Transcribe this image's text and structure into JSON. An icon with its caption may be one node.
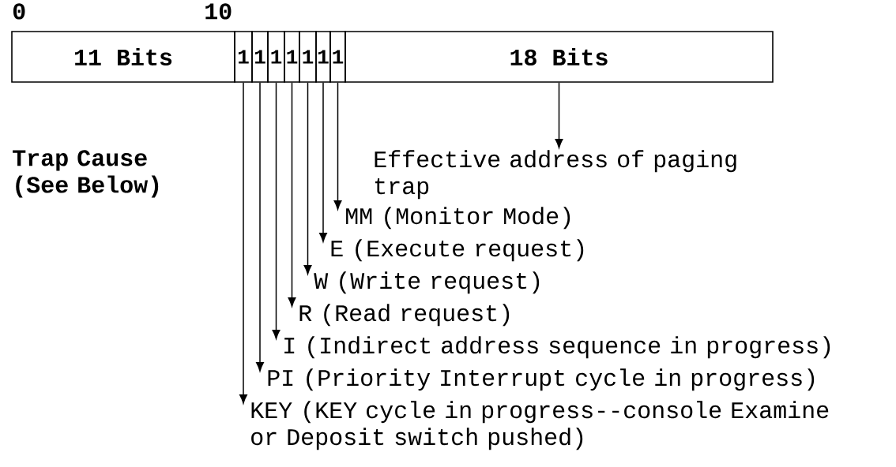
{
  "diagram": {
    "nodes": [
      {
        "text": [
          "11 Bits"
        ]
      },
      {
        "text": [
          "1"
        ]
      },
      {
        "text": [
          "1"
        ]
      },
      {
        "text": [
          "1"
        ]
      },
      {
        "text": [
          "1"
        ]
      },
      {
        "text": [
          "1"
        ]
      },
      {
        "text": [
          "1"
        ]
      },
      {
        "text": [
          "1"
        ]
      },
      {
        "text": [
          "18 Bits"
        ]
      },
      {
        "text": [
          "Effective address of paging trap"
        ]
      },
      {
        "text": [
          "MM (Monitor Mode)"
        ]
      },
      {
        "text": [
          "E (Execute request)"
        ]
      },
      {
        "text": [
          "W (Write request)"
        ]
      },
      {
        "text": [
          "R (Read request)"
        ]
      },
      {
        "text": [
          "I (Indirect address sequence in progress)"
        ]
      },
      {
        "text": [
          "PI (Priority Interrupt cycle in progress)"
        ]
      },
      {
        "text": [
          "KEY (KEY cycle in progress--console Examine or Deposit switch pushed)"
        ]
      }
    ],
    "edges": [
      {
        "from": 8,
        "to": 9,
        "arrow": "to"
      },
      {
        "from": 7,
        "to": 10,
        "arrow": "to"
      },
      {
        "from": 6,
        "to": 11,
        "arrow": "to"
      },
      {
        "from": 5,
        "to": 12,
        "arrow": "to"
      },
      {
        "from": 4,
        "to": 13,
        "arrow": "to"
      },
      {
        "from": 3,
        "to": 14,
        "arrow": "to"
      },
      {
        "from": 2,
        "to": 15,
        "arrow": "to"
      },
      {
        "from": 1,
        "to": 16,
        "arrow": "to"
      }
    ],
    "labels": [
      "0",
      "10",
      "Trap Cause (See Below)"
    ]
  }
}
